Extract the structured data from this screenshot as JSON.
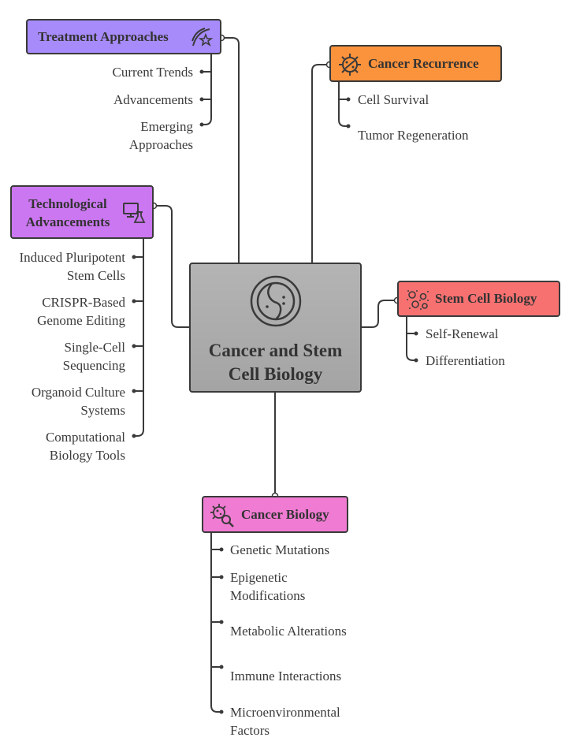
{
  "center": {
    "title": "Cancer and Stem Cell Biology",
    "icon": "cell-icon"
  },
  "branches": {
    "treatment": {
      "title": "Treatment Approaches",
      "icon": "rocket-star-icon",
      "color": "#a78bfa",
      "items": [
        "Current Trends",
        "Advancements",
        "Emerging Approaches"
      ]
    },
    "recurrence": {
      "title": "Cancer Recurrence",
      "icon": "virus-icon",
      "color": "#fb923c",
      "items": [
        "Cell Survival",
        "Tumor Regeneration"
      ]
    },
    "technological": {
      "title": "Technological Advancements",
      "icon": "computer-lab-icon",
      "color": "#cc77f2",
      "items": [
        "Induced Pluripotent Stem Cells",
        "CRISPR-Based Genome Editing",
        "Single-Cell Sequencing",
        "Organoid Culture Systems",
        "Computational Biology Tools"
      ]
    },
    "stemcell": {
      "title": "Stem Cell Biology",
      "icon": "cells-cluster-icon",
      "color": "#f87171",
      "items": [
        "Self-Renewal",
        "Differentiation"
      ]
    },
    "cancerbio": {
      "title": "Cancer Biology",
      "icon": "virus-magnifier-icon",
      "color": "#f07bd2",
      "items": [
        "Genetic Mutations",
        "Epigenetic Modifications",
        "Metabolic Alterations",
        "Immune Interactions",
        "Microenvironmental Factors"
      ]
    }
  }
}
